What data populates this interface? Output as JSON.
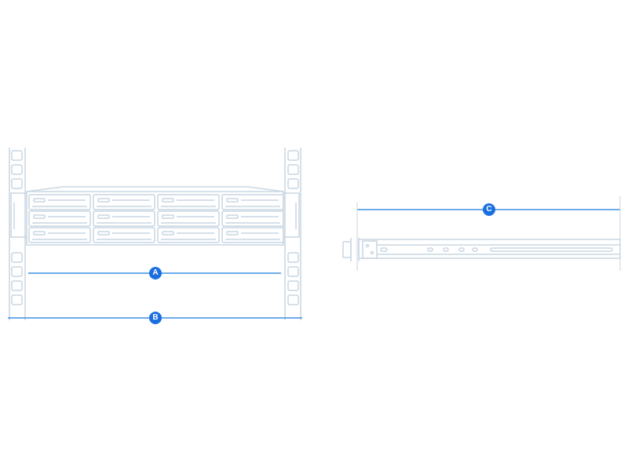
{
  "colors": {
    "outline": "#c9d6e2",
    "dimension_line": "#3f8fe3",
    "marker": "#1a6fe0",
    "background": "#ffffff"
  },
  "markers": [
    {
      "id": "A",
      "label": "A"
    },
    {
      "id": "B",
      "label": "B"
    },
    {
      "id": "C",
      "label": "C"
    }
  ],
  "icons": {
    "rack_server": "rack-server-illustration",
    "rail": "rack-rail-illustration"
  }
}
